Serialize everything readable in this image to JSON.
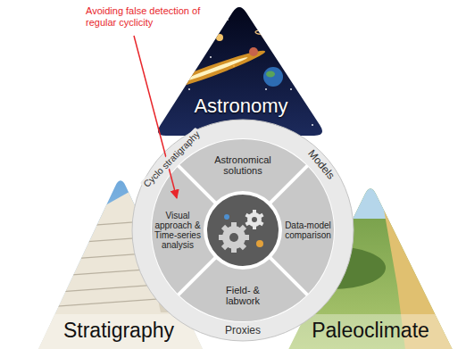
{
  "diagram": {
    "nodes": [
      {
        "text": [
          "Astronomy"
        ]
      },
      {
        "text": [
          "Stratigraphy"
        ]
      },
      {
        "text": [
          "Paleoclimate"
        ]
      },
      {
        "text": [
          "Astronomical solutions"
        ]
      },
      {
        "text": [
          "Visual approach & Time-series analysis"
        ]
      },
      {
        "text": [
          "Data-model comparison"
        ]
      },
      {
        "text": [
          "Field- & labwork"
        ]
      }
    ],
    "labels": [
      "Avoiding false detection of regular cyclicity",
      "Cyclo stratigraphy",
      "Models",
      "Proxies"
    ]
  }
}
